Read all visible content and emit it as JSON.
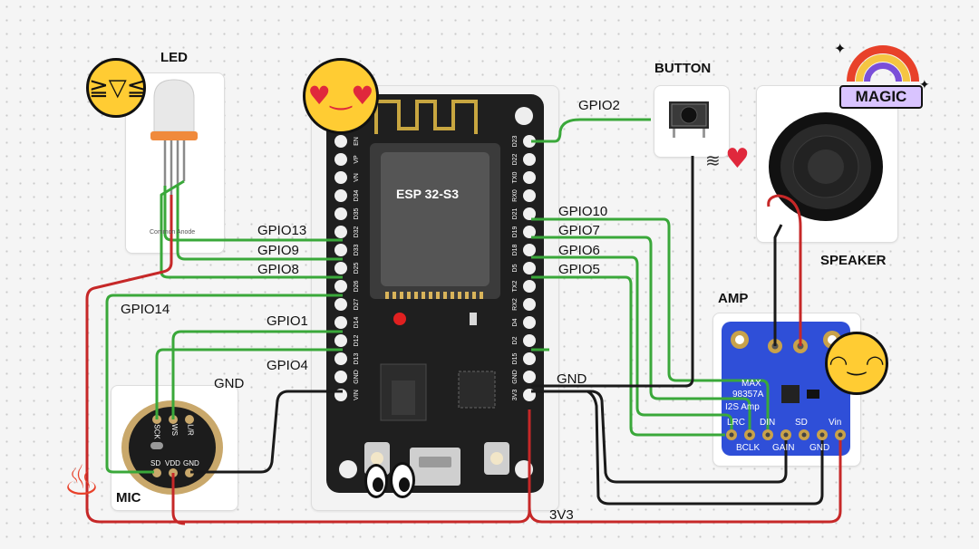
{
  "labels": {
    "led": "LED",
    "button": "BUTTON",
    "speaker": "SPEAKER",
    "amp": "AMP",
    "mic": "MIC",
    "chip": "ESP 32-S3",
    "led_caption": "Common Anode",
    "sticker": "MAGIC",
    "vcc": "3V3"
  },
  "wires": {
    "gpio2": "GPIO2",
    "gpio13": "GPIO13",
    "gpio9": "GPIO9",
    "gpio8": "GPIO8",
    "gpio14": "GPIO14",
    "gpio1": "GPIO1",
    "gpio4": "GPIO4",
    "gnd_left": "GND",
    "gpio10": "GPIO10",
    "gpio7": "GPIO7",
    "gpio6": "GPIO6",
    "gpio5": "GPIO5",
    "gnd_right": "GND"
  },
  "board_pins_left": [
    "EN",
    "VP",
    "VN",
    "D34",
    "D35",
    "D32",
    "D33",
    "D25",
    "D26",
    "D27",
    "D14",
    "D12",
    "D13",
    "GND",
    "VIN"
  ],
  "board_pins_right": [
    "D23",
    "D22",
    "TX0",
    "RX0",
    "D21",
    "D19",
    "D18",
    "D5",
    "TX2",
    "RX2",
    "D4",
    "D2",
    "D15",
    "GND",
    "3V3"
  ],
  "mic_pins": [
    "L/R",
    "WS",
    "SCK",
    "SD",
    "VDD",
    "GND"
  ],
  "amp_text": [
    "MAX",
    "98357A",
    "I2S Amp",
    "LRC",
    "BCLK",
    "DIN",
    "GAIN",
    "SD",
    "GND",
    "Vin"
  ],
  "colors": {
    "gpio_wire": "#3aa83a",
    "power_wire": "#c62828",
    "ground_wire": "#1a1a1a",
    "board": "#1f1f1f",
    "amp_board": "#2f4fd8"
  }
}
